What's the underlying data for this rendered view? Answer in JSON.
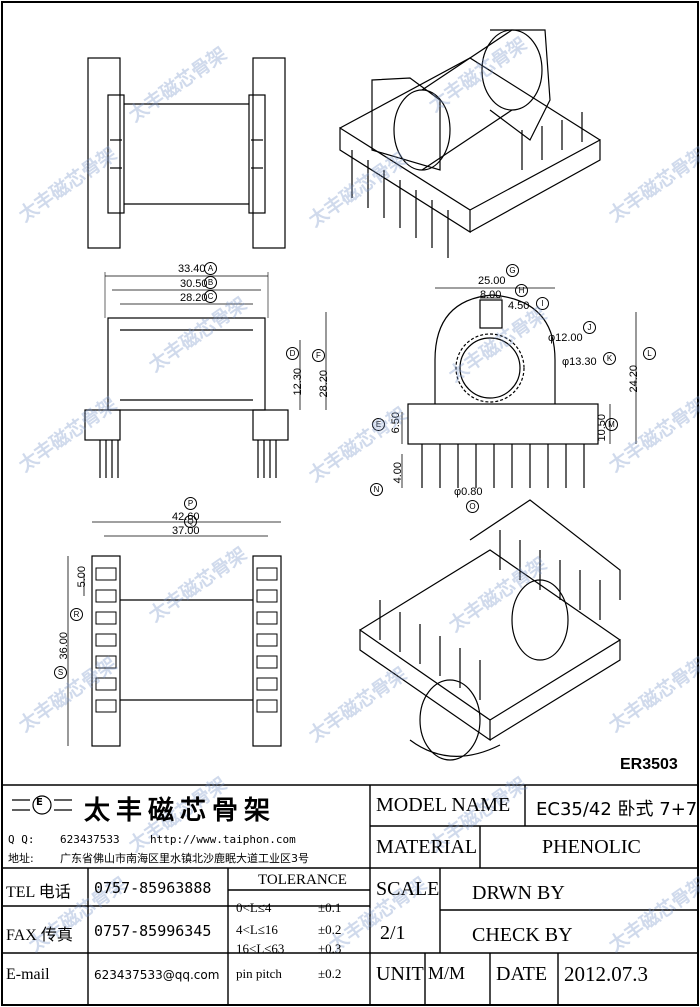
{
  "part_number": "ER3503",
  "watermark": "太丰磁芯骨架",
  "dimensions": {
    "A": "33.40",
    "B": "30.50",
    "C": "28.20",
    "D": "12.30",
    "F": "28.20",
    "G": "25.00",
    "H": "8.00",
    "I": "4.50",
    "J": "φ12.00",
    "K": "φ13.30",
    "L": "24.20",
    "E": "6.50",
    "M": "10.50",
    "N": "4.00",
    "O": "φ0.80",
    "P": "42.60",
    "Q": "37.00",
    "R": "5.00",
    "S": "36.00"
  },
  "dimension_letters": [
    "A",
    "B",
    "C",
    "D",
    "F",
    "G",
    "H",
    "I",
    "J",
    "K",
    "L",
    "E",
    "M",
    "N",
    "O",
    "P",
    "Q",
    "R",
    "S"
  ],
  "title_block": {
    "company": "太丰磁芯骨架",
    "qq_label": "Q Q:",
    "qq": "623437533",
    "website": "http://www.taiphon.com",
    "address_label": "地址:",
    "address": "广东省佛山市南海区里水镇北沙鹿眠大道工业区3号",
    "tel_label": "TEL 电话",
    "tel": "0757-85963888",
    "fax_label": "FAX 传真",
    "fax": "0757-85996345",
    "email_label": "E-mail",
    "email": "623437533@qq.com",
    "tolerance_title": "TOLERANCE",
    "tolerances": [
      {
        "range": "0<L≤4",
        "value": "±0.1"
      },
      {
        "range": "4<L≤16",
        "value": "±0.2"
      },
      {
        "range": "16<L≤63",
        "value": "±0.3"
      },
      {
        "range": "pin pitch",
        "value": "±0.2"
      }
    ],
    "model_name_label": "MODEL NAME",
    "model_name": "EC35/42 卧式 7+7",
    "material_label": "MATERIAL",
    "material": "PHENOLIC",
    "scale_label": "SCALE",
    "scale": "2/1",
    "drawn_by_label": "DRWN BY",
    "check_by_label": "CHECK BY",
    "unit_label": "UNIT",
    "unit": "M/M",
    "date_label": "DATE",
    "date": "2012.07.3"
  }
}
